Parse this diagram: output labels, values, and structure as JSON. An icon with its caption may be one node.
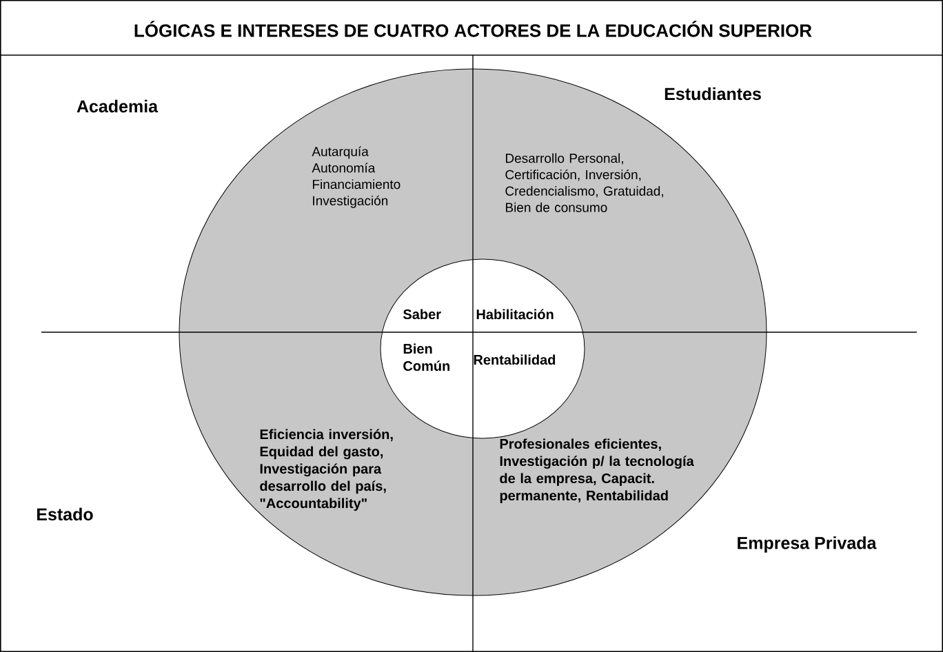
{
  "diagram": {
    "title": "LÓGICAS E INTERESES DE CUATRO ACTORES DE LA EDUCACIÓN SUPERIOR",
    "nodes": [
      {
        "text": [
          "Autarquía Autonomía Financiamiento Investigación",
          "Desarrollo Personal, Certificación, Inversión, Credencialismo, Gratuidad, Bien de consumo",
          "Eficiencia inversión, Equidad del gasto, Investigación para desarrollo del país, \"Accountability\"",
          "Profesionales eficientes, Investigación p/ la tecnología de la empresa, Capacit. permanente, Rentabilidad"
        ]
      },
      {
        "text": [
          "Saber",
          "Habilitación",
          "Bien Común",
          "Rentabilidad"
        ],
        "in": 0
      }
    ],
    "labels": [
      "Academia",
      "Estudiantes",
      "Estado",
      "Empresa Privada"
    ]
  }
}
